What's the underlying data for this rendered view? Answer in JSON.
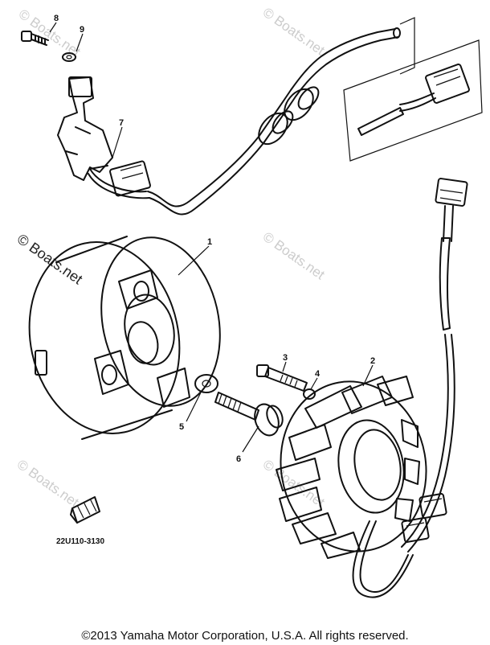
{
  "callouts": [
    {
      "id": "1",
      "label": "1"
    },
    {
      "id": "2",
      "label": "2"
    },
    {
      "id": "3",
      "label": "3"
    },
    {
      "id": "4",
      "label": "4"
    },
    {
      "id": "5",
      "label": "5"
    },
    {
      "id": "6",
      "label": "6"
    },
    {
      "id": "7",
      "label": "7"
    },
    {
      "id": "8",
      "label": "8"
    },
    {
      "id": "9",
      "label": "9"
    }
  ],
  "part_code": "22U110-3130",
  "watermark": "© Boats.net",
  "footer": "©2013 Yamaha Motor Corporation, U.S.A. All rights reserved."
}
